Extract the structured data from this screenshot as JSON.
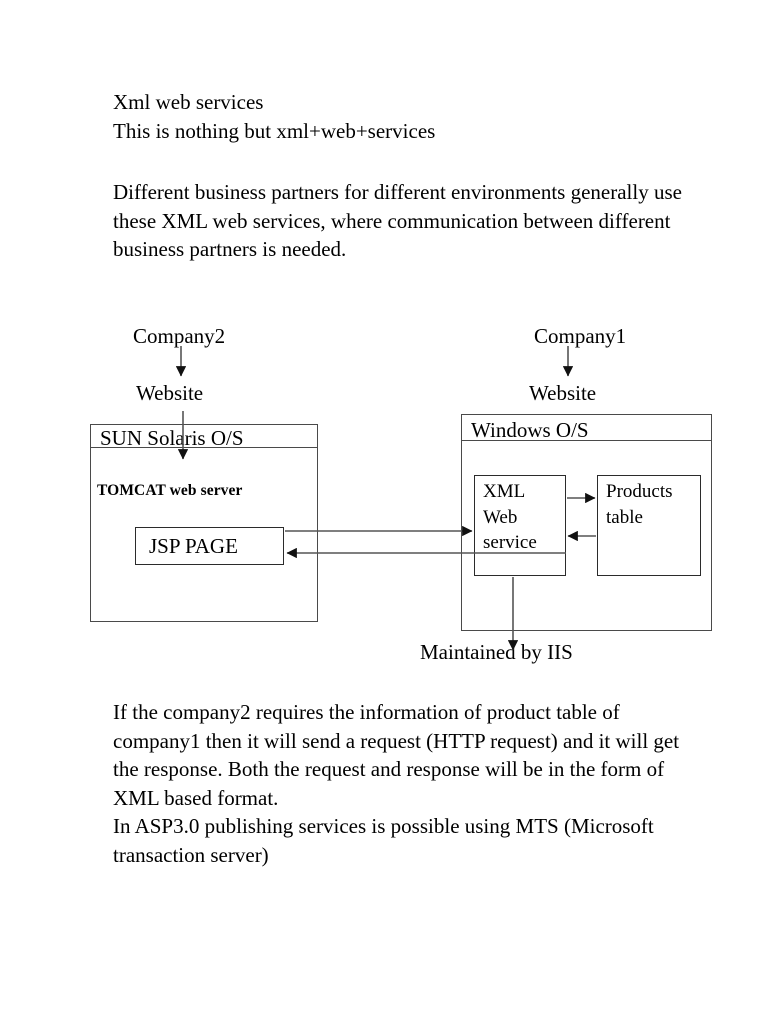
{
  "document": {
    "title": "Xml web services",
    "intro": {
      "heading": "Xml web services",
      "subheading": "This is nothing but xml+web+services",
      "text": "Xml web services\nThis is nothing but xml+web+services"
    },
    "purpose": {
      "text": "Different business partners for different environments generally use these XML web services, where communication between different business partners is needed."
    },
    "explanation": {
      "text": "If the company2 requires the information of product table of company1 then it will send a request (HTTP request) and it will get the response. Both the request and response will be in the form of XML based format.\nIn ASP3.0 publishing services is possible using MTS (Microsoft transaction server)"
    }
  },
  "diagram": {
    "type": "architecture-block-diagram",
    "left_side": {
      "company_label": "Company2",
      "website_label": "Website",
      "os_caption": "SUN Solaris O/S",
      "server_label": "TOMCAT web server",
      "page_box_label": "JSP PAGE"
    },
    "right_side": {
      "company_label": "Company1",
      "website_label": "Website",
      "os_caption": "Windows O/S",
      "service_box_label": "XML\nWeb\nservice",
      "table_box_label": "Products\ntable",
      "footer_label": "Maintained by IIS"
    },
    "connections": [
      {
        "from": "Company2",
        "to": "Website",
        "direction": "down"
      },
      {
        "from": "Company1",
        "to": "Website",
        "direction": "down"
      },
      {
        "from": "Website (Company2)",
        "to": "SUN Solaris O/S",
        "direction": "down"
      },
      {
        "from": "JSP PAGE",
        "to": "XML Web service",
        "direction": "right",
        "meaning": "HTTP request (XML)"
      },
      {
        "from": "XML Web service",
        "to": "JSP PAGE",
        "direction": "left",
        "meaning": "response (XML)"
      },
      {
        "from": "XML Web service",
        "to": "Products table",
        "direction": "right"
      },
      {
        "from": "Products table",
        "to": "XML Web service",
        "direction": "left"
      },
      {
        "from": "XML Web service",
        "to": "Maintained by IIS",
        "direction": "down"
      }
    ]
  },
  "colors": {
    "background": "#ffffff",
    "text": "#000000",
    "box_stroke": "#4a4a4a",
    "inner_box_stroke": "#2b2b2b",
    "arrow": "#1a1a1a"
  }
}
